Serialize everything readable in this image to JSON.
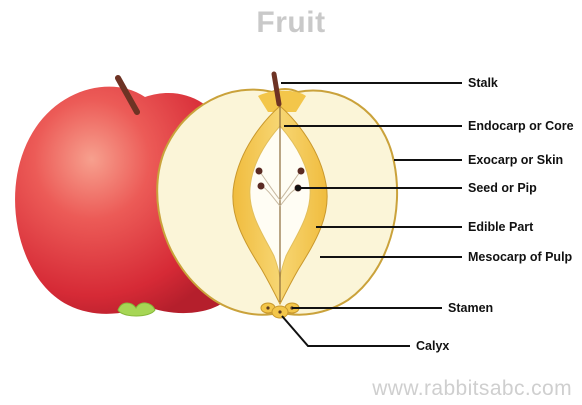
{
  "title": "Fruit",
  "watermark": "www.rabbitsabc.com",
  "labels": {
    "stalk": "Stalk",
    "endocarp": "Endocarp or Core",
    "exocarp": "Exocarp or Skin",
    "seed": "Seed or Pip",
    "edible": "Edible Part",
    "mesocarp": "Mesocarp of Pulp",
    "stamen": "Stamen",
    "calyx": "Calyx"
  },
  "colors": {
    "apple_red": "#e0333c",
    "apple_highlight": "#f58a84",
    "stem_brown": "#7a3a2a",
    "flesh": "#fbf5d8",
    "core_yellow": "#f3c64a",
    "leaf_green": "#a6d655",
    "title_gray": "#c9c9c9"
  }
}
